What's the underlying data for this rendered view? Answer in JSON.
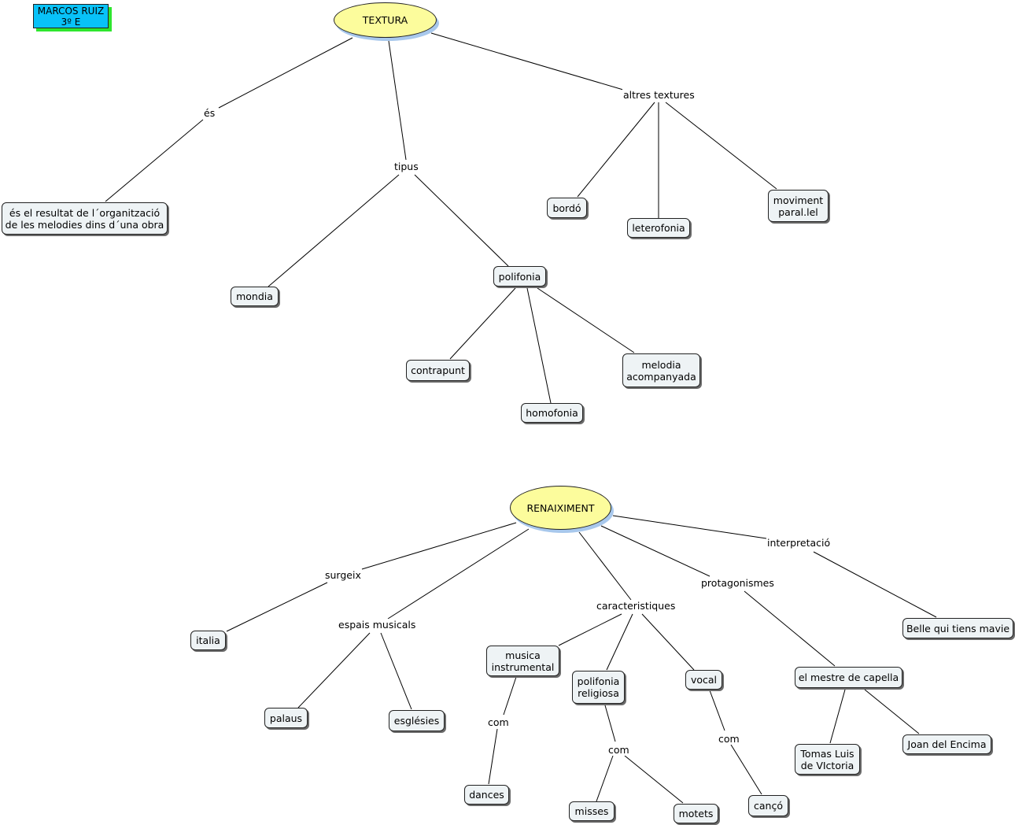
{
  "author_box": {
    "text": "MARCOS RUIZ\n3º E",
    "fill": "#08c2f8",
    "shadow": "#2ee62e"
  },
  "colors": {
    "concept_fill": "#eef3f5",
    "root_fill": "#fcfc9c",
    "root_shadow": "#a8c8ec"
  },
  "map1": {
    "root": "TEXTURA",
    "link_es": "és",
    "link_tipus": "tipus",
    "link_altres": "altres textures",
    "resultat": "és el resultat de l´organització\nde les melodies dins d´una obra",
    "mondia": "mondia",
    "polifonia": "polifonia",
    "contrapunt": "contrapunt",
    "homofonia": "homofonia",
    "melodia": "melodia\nacompanyada",
    "bordo": "bordó",
    "leterofonia": "leterofonia",
    "moviment": "moviment\nparal.lel"
  },
  "map2": {
    "root": "RENAIXIMENT",
    "link_surgeix": "surgeix",
    "link_espais": "espais musicals",
    "link_caract": "caracteristiques",
    "link_protag": "protagonismes",
    "link_interp": "interpretació",
    "italia": "italia",
    "palaus": "palaus",
    "esglesies": "esglésies",
    "musica_instr": "musica\ninstrumental",
    "link_com1": "com",
    "dances": "dances",
    "polifonia_rel": "polifonia\nreligiosa",
    "link_com2": "com",
    "misses": "misses",
    "motets": "motets",
    "vocal": "vocal",
    "link_com3": "com",
    "canco": "cançó",
    "mestre": "el mestre de capella",
    "tomas": "Tomas Luis\nde VIctoria",
    "joan": "Joan del Encima",
    "belle": "Belle qui tiens mavie"
  }
}
